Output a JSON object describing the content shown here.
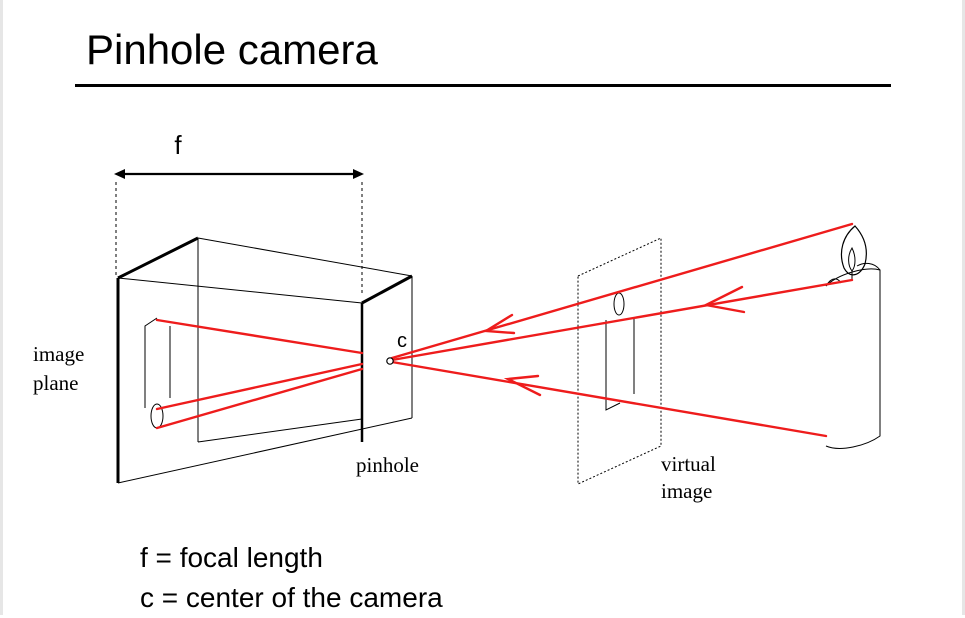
{
  "slide": {
    "title": "Pinhole camera"
  },
  "diagram": {
    "focal_label": "f",
    "center_label": "c",
    "image_plane_label_line1": "image",
    "image_plane_label_line2": "plane",
    "pinhole_label": "pinhole",
    "virtual_image_label_line1": "virtual",
    "virtual_image_label_line2": "image"
  },
  "definitions": [
    "f = focal length",
    "c = center of the camera"
  ],
  "colors": {
    "ray": "#ee1c1c",
    "line": "#000000"
  }
}
